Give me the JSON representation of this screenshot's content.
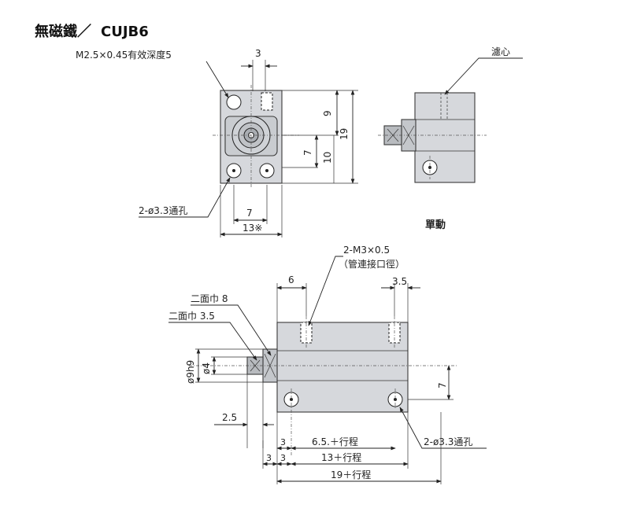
{
  "header": {
    "title_cjk": "無磁鐵／",
    "title_model": "CUJB6"
  },
  "front_view": {
    "port_thread": "M2.5×0.45有效深度5",
    "dim_top": "3",
    "dim_9": "9",
    "dim_19": "19",
    "dim_7v": "7",
    "dim_10": "10",
    "holes": "2-ø3.3通孔",
    "dim_7h": "7",
    "dim_13": "13※"
  },
  "side_view": {
    "filter_label": "濾心",
    "action_label": "單動"
  },
  "bottom_view": {
    "port": "2-M3×0.5",
    "port_note": "（管連接口徑）",
    "dim_6": "6",
    "dim_3_5_top": "3.5",
    "flats_8": "二面巾 8",
    "flats_3_5": "二面巾 3.5",
    "dim_phi9": "ø9h9",
    "dim_phi4": "ø4",
    "dim_7": "7",
    "dim_2_5": "2.5",
    "holes": "2-ø3.3通孔",
    "dim_3a": "3",
    "dim_6_5": "6.5.＋行程",
    "dim_3b": "3",
    "dim_3c": "3",
    "dim_13": "13＋行程",
    "dim_19": "19＋行程"
  }
}
